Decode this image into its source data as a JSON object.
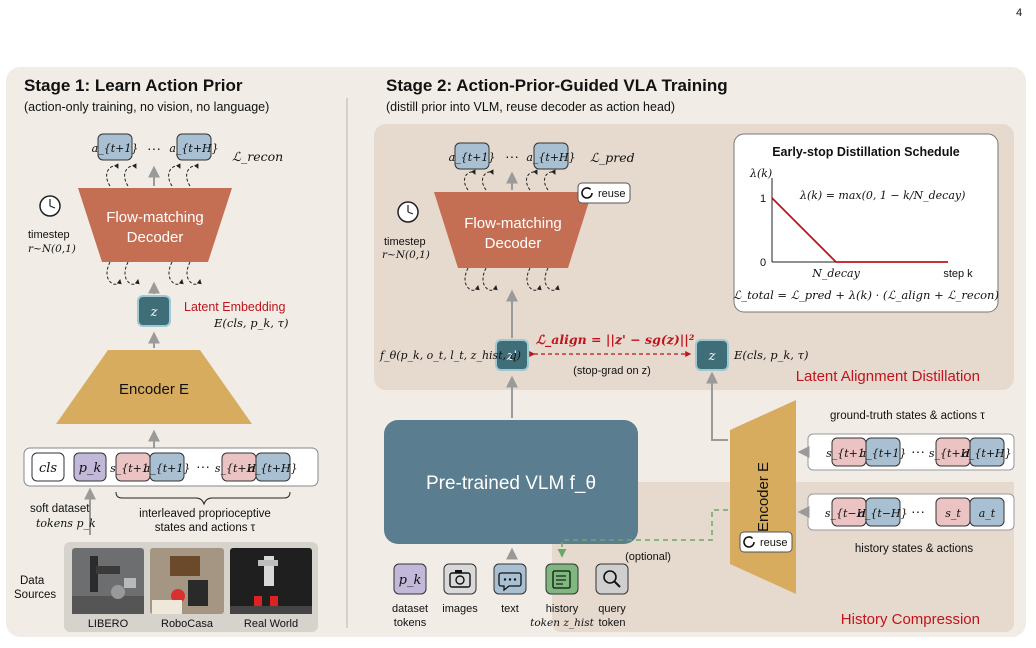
{
  "page_number": "4",
  "stage1": {
    "title": "Stage 1: Learn Action Prior",
    "subtitle": "(action-only training, no vision, no language)",
    "outputs": {
      "first": "a_{t+1}",
      "dots": "···",
      "last": "a_{t+H}"
    },
    "loss": "ℒ_recon",
    "decoder": {
      "line1": "Flow-matching",
      "line2": "Decoder"
    },
    "timestep": {
      "label": "timestep",
      "dist": "r~N(0,1)"
    },
    "latent": {
      "symbol": "z",
      "label": "Latent Embedding",
      "expr": "E(cls, p_k, τ)"
    },
    "encoder": "Encoder E",
    "tokens": {
      "cls": "cls",
      "pk": "p_k",
      "s1": "s_{t+1}",
      "a1": "a_{t+1}",
      "dots": "···",
      "sH": "s_{t+H}",
      "aH": "a_{t+H}"
    },
    "soft_tokens": {
      "line1": "soft dataset",
      "line2": "tokens p_k"
    },
    "interleaved": {
      "line1": "interleaved proprioceptive",
      "line2": "states and actions τ"
    },
    "data_sources": {
      "line1": "Data",
      "line2": "Sources",
      "items": [
        "LIBERO",
        "RoboCasa",
        "Real World"
      ]
    }
  },
  "stage2": {
    "title": "Stage 2: Action-Prior-Guided VLA Training",
    "subtitle": "(distill prior into VLM, reuse decoder as action head)",
    "outputs": {
      "first": "a_{t+1}",
      "dots": "···",
      "last": "a_{t+H}"
    },
    "loss": "ℒ_pred",
    "reuse": "reuse",
    "decoder": {
      "line1": "Flow-matching",
      "line2": "Decoder"
    },
    "timestep": {
      "label": "timestep",
      "dist": "r~N(0,1)"
    },
    "f_theta": "f_θ(p_k, o_t, l_t, z_hist, q)",
    "z_prime": "z'",
    "align_loss": "ℒ_align = ||z' − sg(z)||²",
    "stop_grad": "(stop-grad on z)",
    "z": "z",
    "z_expr": "E(cls, p_k, τ)",
    "latent_alignment": "Latent Alignment Distillation",
    "vlm": "Pre-trained VLM f_θ",
    "encoder": "Encoder E",
    "gt_label": "ground-truth states & actions τ",
    "gt_tokens": {
      "s1": "s_{t+1}",
      "a1": "a_{t+1}",
      "dots": "···",
      "sH": "s_{t+H}",
      "aH": "a_{t+H}"
    },
    "hist_tokens": {
      "s1": "s_{t−H}",
      "a1": "a_{t−H}",
      "dots": "···",
      "s2": "s_t",
      "a2": "a_t"
    },
    "hist_label": "history states & actions",
    "optional": "(optional)",
    "history_compression": "History Compression",
    "inputs": [
      {
        "icon": "p_k",
        "label": "dataset",
        "label2": "tokens"
      },
      {
        "icon": "camera",
        "label": "images",
        "label2": ""
      },
      {
        "icon": "chat",
        "label": "text",
        "label2": ""
      },
      {
        "icon": "notepad",
        "label": "history",
        "label2": "token z_hist"
      },
      {
        "icon": "magnifier",
        "label": "query",
        "label2": "token"
      }
    ],
    "schedule": {
      "title": "Early-stop Distillation Schedule",
      "ylabel": "λ(k)",
      "formula": "λ(k) = max(0, 1 − k/N_decay)",
      "y1": "1",
      "y0": "0",
      "ndecay": "N_decay",
      "step": "step k",
      "total": "ℒ_total = ℒ_pred + λ(k) · (ℒ_align + ℒ_recon)"
    }
  },
  "colors": {
    "panel": "#f1ede6",
    "inner": "#e6d9ce",
    "decoder": "#c46e53",
    "encoder": "#d7ac5f",
    "latent": "#3f6e78",
    "vlm": "#5a7d8f",
    "token_blue": "#a9c0d2",
    "token_red": "#ecc3c3",
    "token_purple": "#c2b8d9",
    "red": "#c0141c"
  }
}
